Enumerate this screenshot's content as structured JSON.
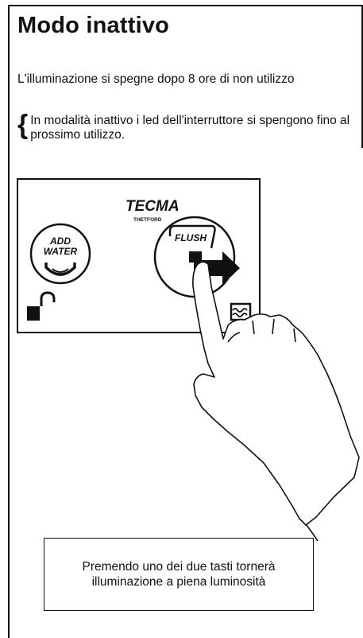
{
  "page": {
    "title": "Modo inattivo",
    "paragraph_1": "L'illuminazione si spegne dopo 8 ore di non utilizzo",
    "paragraph_2": "In modalità inattivo i led dell'interruttore si spengono fino al prossimo utilizzo.",
    "brace": "{",
    "caption": "Premendo uno dei due tasti tornerà illuminazione a piena luminosità"
  },
  "panel": {
    "brand": "TECMA",
    "brand_sub": "THETFORD",
    "add_label_line1": "ADD",
    "add_label_line2": "WATER",
    "flush_label": "FLUSH"
  },
  "icons": [
    "unlocked-padlock-icon",
    "water-tank-icon",
    "flush-arrow-icon",
    "add-water-bowl-icon",
    "pointing-hand-icon"
  ]
}
